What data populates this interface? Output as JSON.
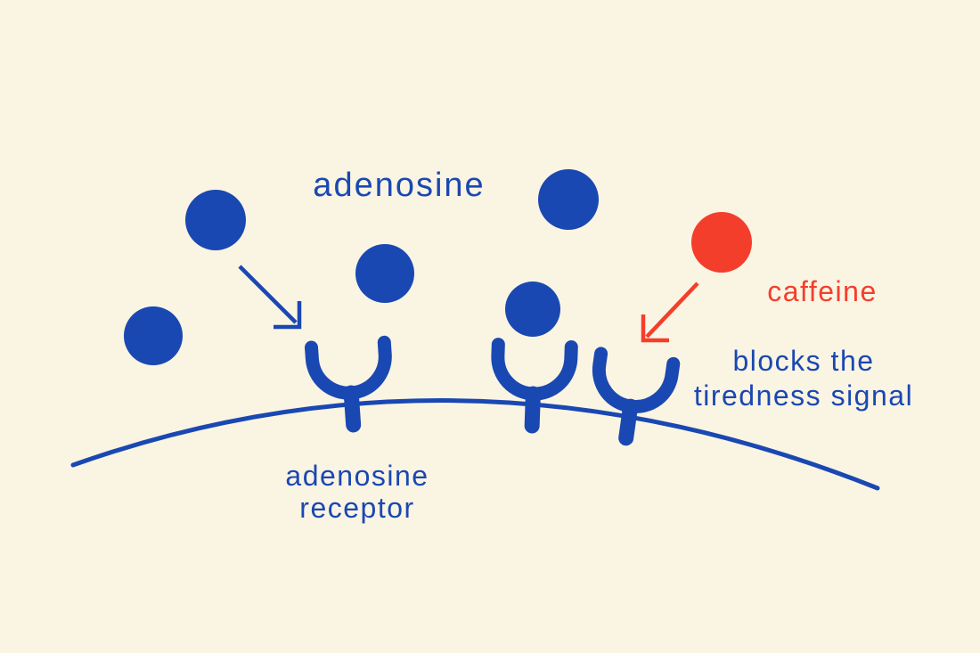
{
  "colors": {
    "background": "#FAF4E3",
    "blue": "#1A48B2",
    "red": "#F43E2C"
  },
  "labels": {
    "adenosine_title": "adenosine",
    "caffeine": "caffeine",
    "blocks_line1": "blocks the",
    "blocks_line2": "tiredness signal",
    "receptor_line1": "adenosine",
    "receptor_line2": "receptor"
  },
  "molecules": {
    "adenosine_count": 5,
    "caffeine_count": 1,
    "receptor_count": 3
  }
}
